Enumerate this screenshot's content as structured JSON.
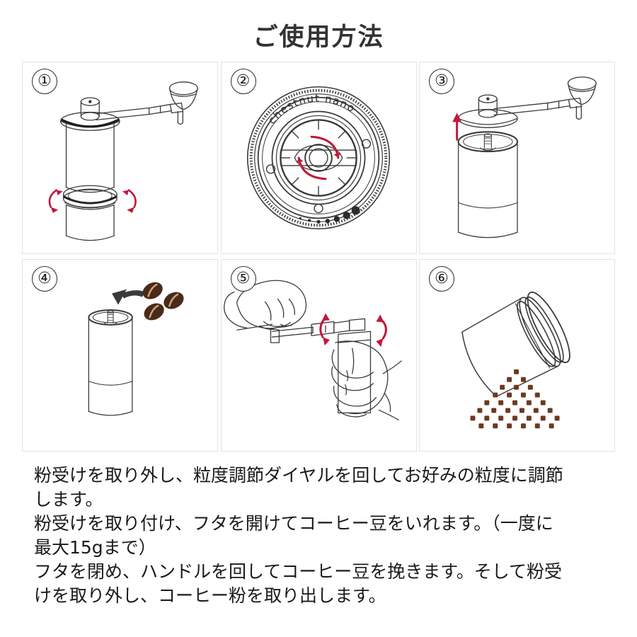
{
  "page": {
    "title": "ご使用方法",
    "background_color": "#ffffff",
    "line_color": "#3a3a3a",
    "accent_red": "#c2183a",
    "bean_color": "#4a2a18",
    "bean_highlight": "#b08050",
    "grounds_color": "#6b3a1f",
    "panel_border_color": "#e3e3e3"
  },
  "panels": [
    {
      "number": "①",
      "name": "remove-catch-cup",
      "description": "粉受けを取り外す（本体下部の粉受けを回して外す）",
      "icon": "grinder-with-detaching-cup",
      "arrows": "two-curved-red-rotation-arrows"
    },
    {
      "number": "②",
      "name": "adjust-grind-dial",
      "description": "粒度調節ダイヤルを回して粒度を調節する",
      "icon": "grind-adjustment-dial-bottom-view",
      "brand_text": "chestnut nano",
      "arrows": "two-curved-red-rotation-arrows"
    },
    {
      "number": "③",
      "name": "open-lid",
      "description": "フタを開ける（ハンドル付きのフタを上へ外す）",
      "icon": "grinder-with-lid-lifted",
      "arrows": "straight-red-up-arrow"
    },
    {
      "number": "④",
      "name": "add-coffee-beans",
      "description": "コーヒー豆をいれる（一度に最大15gまで）",
      "icon": "grinder-body-with-beans",
      "arrows": "black-pour-arrow",
      "bean_count": 3
    },
    {
      "number": "⑤",
      "name": "grind-beans",
      "description": "ハンドルを回してコーヒー豆を挽く",
      "icon": "two-hands-turning-crank",
      "arrows": "two-curved-red-rotation-arrows"
    },
    {
      "number": "⑥",
      "name": "collect-grounds",
      "description": "粉受けを取り外してコーヒー粉を取り出す",
      "icon": "detached-cup-with-ground-coffee-pile"
    }
  ],
  "instructions": {
    "text": "粉受けを取り外し、粒度調節ダイヤルを回してお好みの粒度に調節\nします。\n粉受けを取り付け、フタを開けてコーヒー豆をいれます。（一度に\n最大15gまで）\nフタを閉め、ハンドルを回してコーヒー豆を挽きます。そして粉受\nけを取り外し、コーヒー粉を取り出します。"
  }
}
